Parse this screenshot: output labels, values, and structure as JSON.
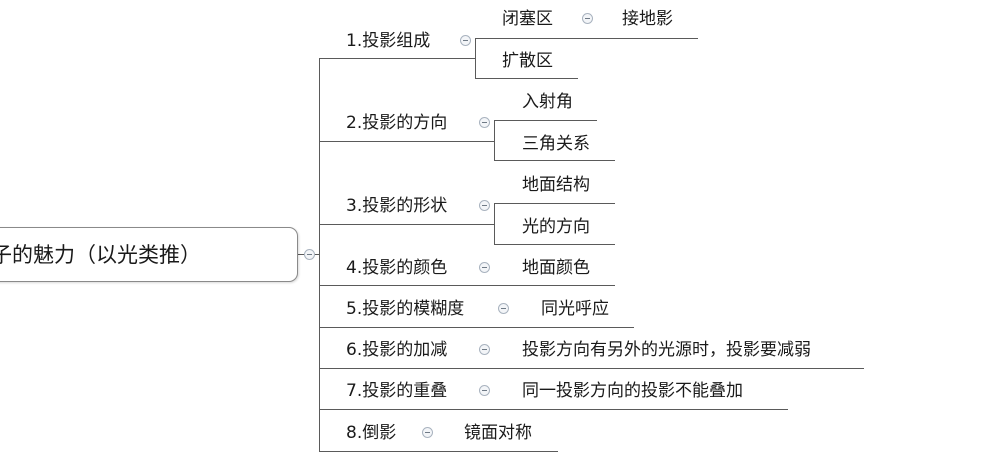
{
  "root": {
    "label": "影子的魅力（以光类推）"
  },
  "branches": [
    {
      "label": "1.投影组成",
      "children": [
        {
          "label": "闭塞区",
          "children": [
            {
              "label": "接地影"
            }
          ]
        },
        {
          "label": "扩散区"
        }
      ]
    },
    {
      "label": "2.投影的方向",
      "children": [
        {
          "label": "入射角"
        },
        {
          "label": "三角关系"
        }
      ]
    },
    {
      "label": "3.投影的形状",
      "children": [
        {
          "label": "地面结构"
        },
        {
          "label": "光的方向"
        }
      ]
    },
    {
      "label": "4.投影的颜色",
      "children": [
        {
          "label": "地面颜色"
        }
      ]
    },
    {
      "label": "5.投影的模糊度",
      "children": [
        {
          "label": "同光呼应"
        }
      ]
    },
    {
      "label": "6.投影的加减",
      "children": [
        {
          "label": "投影方向有另外的光源时，投影要减弱"
        }
      ]
    },
    {
      "label": "7.投影的重叠",
      "children": [
        {
          "label": "同一投影方向的投影不能叠加"
        }
      ]
    },
    {
      "label": "8.倒影",
      "children": [
        {
          "label": "镜面对称"
        }
      ]
    }
  ],
  "colors": {
    "line": "#5a5a5a",
    "root_border": "#8a8a8a",
    "text": "#1a1a1a"
  }
}
